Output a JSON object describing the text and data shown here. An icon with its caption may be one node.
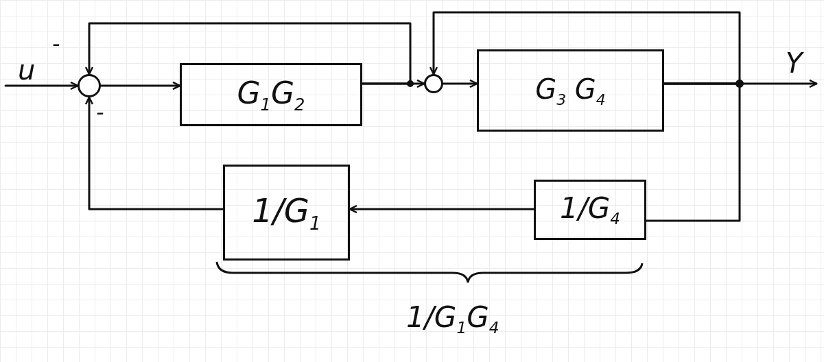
{
  "diagram": {
    "nodes": [
      {
        "text": [],
        "shape": "circle"
      },
      {
        "text": [
          "G$_{1}$G$_{2}$"
        ]
      },
      {
        "text": [],
        "shape": "circle"
      },
      {
        "text": [
          "G$_{3}$ G$_{4}$"
        ]
      },
      {
        "text": [
          "1/G$_{1}$"
        ]
      },
      {
        "text": [
          "1/G$_{4}$"
        ]
      }
    ],
    "edges": [
      {
        "from": null,
        "to": 0,
        "arrow": "to",
        "label": "u"
      },
      {
        "from": 0,
        "to": 1,
        "arrow": "to"
      },
      {
        "from": 1,
        "to": 2,
        "arrow": "to"
      },
      {
        "from": 1,
        "to": 0,
        "arrow": "to"
      },
      {
        "from": 2,
        "to": 3,
        "arrow": "to"
      },
      {
        "from": 3,
        "to": 2,
        "arrow": "to"
      },
      {
        "from": 3,
        "to": null,
        "arrow": "to",
        "label": "Y"
      },
      {
        "from": 3,
        "to": 5,
        "arrow": "none"
      },
      {
        "from": 5,
        "to": 4,
        "arrow": "to"
      },
      {
        "from": 4,
        "to": 0,
        "arrow": "to"
      }
    ],
    "labels": [
      "-",
      "-",
      "1/G$_{1}$G$_{4}$"
    ]
  }
}
